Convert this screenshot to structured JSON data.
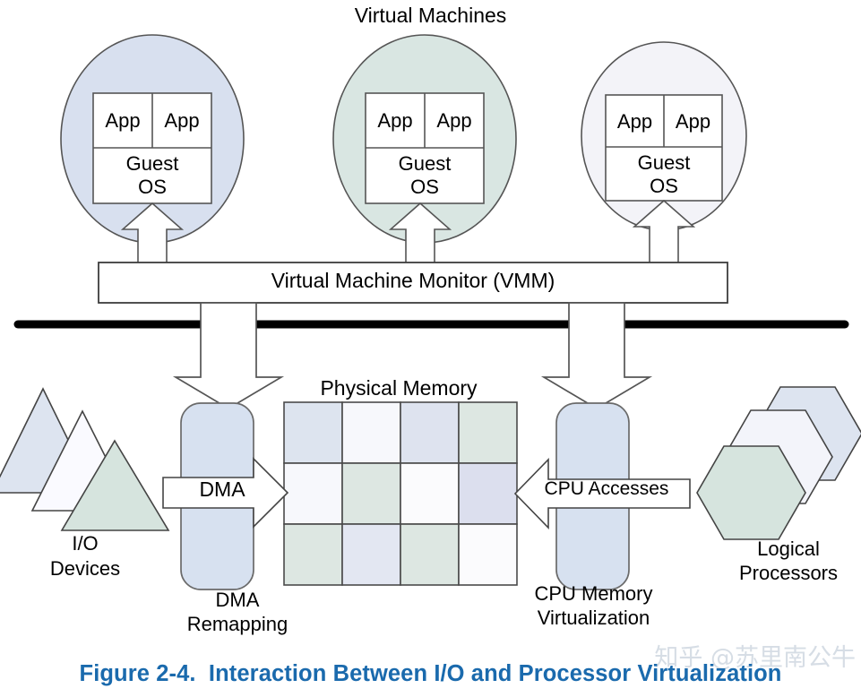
{
  "figure": {
    "title": "Virtual Machines",
    "caption": "Figure 2-4.  Interaction Between I/O and Processor Virtualization",
    "caption_color": "#1a6aad",
    "watermark": "知乎 @苏里南公牛",
    "background": "#ffffff"
  },
  "virtual_machines": [
    {
      "name": "vm-1",
      "circle_fill": "#d8e0ef",
      "apps": [
        "App",
        "App"
      ],
      "guest_os": [
        "Guest",
        "OS"
      ]
    },
    {
      "name": "vm-2",
      "circle_fill": "#d9e6e2",
      "apps": [
        "App",
        "App"
      ],
      "guest_os": [
        "Guest",
        "OS"
      ]
    },
    {
      "name": "vm-3",
      "circle_fill": "#f3f3f8",
      "apps": [
        "App",
        "App"
      ],
      "guest_os": [
        "Guest",
        "OS"
      ]
    }
  ],
  "vmm": {
    "label": "Virtual Machine Monitor (VMM)",
    "fill": "#ffffff",
    "stroke": "#3c3c3c"
  },
  "hardware_divider": {
    "name": "platform-hardware-line",
    "color": "#000000"
  },
  "physical_memory": {
    "label": "Physical Memory",
    "columns": 4,
    "rows": 3,
    "cell_fills": [
      [
        "#dde4ef",
        "#f7f8fc",
        "#dee3ef",
        "#dde7e2"
      ],
      [
        "#f7f8fc",
        "#dde7e2",
        "#fbfbfd",
        "#dcdfee"
      ],
      [
        "#dde7e2",
        "#e3e7f2",
        "#dde7e2",
        "#fbfbfd"
      ]
    ]
  },
  "dma_unit": {
    "label_lines": [
      "DMA",
      "Remapping"
    ],
    "fill": "#d7e1f0",
    "arrow_label": "DMA"
  },
  "cpu_unit": {
    "label_lines": [
      "CPU Memory",
      "Virtualization"
    ],
    "fill": "#d7e1f0",
    "arrow_label": "CPU Accesses"
  },
  "io_devices": {
    "label_lines": [
      "I/O",
      "Devices"
    ],
    "shape": "triangle",
    "count": 3,
    "fills": [
      "#dde4f0",
      "#fafaff",
      "#d6e4de"
    ]
  },
  "logical_processors": {
    "label_lines": [
      "Logical",
      "Processors"
    ],
    "shape": "hexagon",
    "count": 3,
    "fills": [
      "#dde4f0",
      "#f3f4fa",
      "#d6e4de"
    ]
  }
}
